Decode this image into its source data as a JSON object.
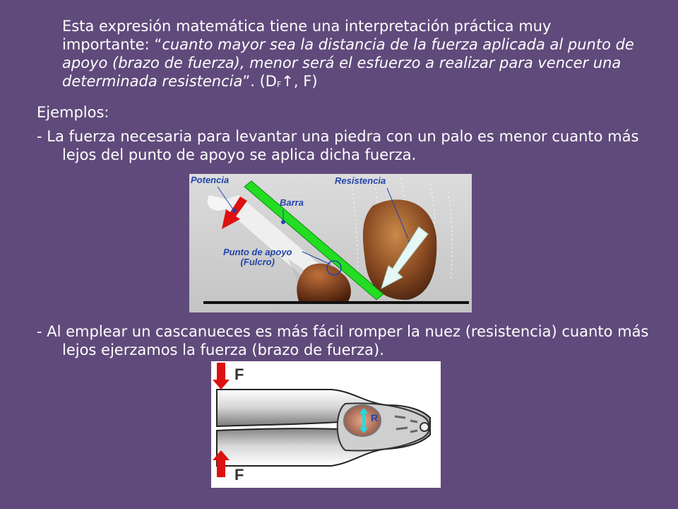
{
  "text": {
    "intro_plain": "Esta expresión matemática tiene una interpretación práctica muy importante: “",
    "intro_italic": "cuanto mayor sea la distancia de la fuerza aplicada al punto de apoyo (brazo de fuerza), menor será el esfuerzo a realizar para vencer una determinada resistencia",
    "intro_close": "”. (D",
    "intro_sub": "F",
    "intro_end": "↑, F)",
    "examples_heading": "Ejemplos:",
    "example1": "- La fuerza necesaria para levantar una piedra con un palo es menor cuanto más lejos del punto de apoyo se aplica dicha fuerza.",
    "example2": "- Al emplear un cascanueces es más fácil romper la nuez (resistencia) cuanto más lejos ejerzamos la fuerza (brazo de fuerza)."
  },
  "figure_lever": {
    "label_potencia": "Potencia",
    "label_barra": "Barra",
    "label_resistencia": "Resistencia",
    "label_fulcro_1": "Punto de apoyo",
    "label_fulcro_2": "(Fulcro)"
  },
  "figure_nutcracker": {
    "label_f_top": "F",
    "label_f_bottom": "F",
    "label_r": "R"
  },
  "colors": {
    "background": "#604a7b",
    "bar": "#22dd22",
    "arrow_red": "#dd1111",
    "label_blue": "#2244aa"
  }
}
